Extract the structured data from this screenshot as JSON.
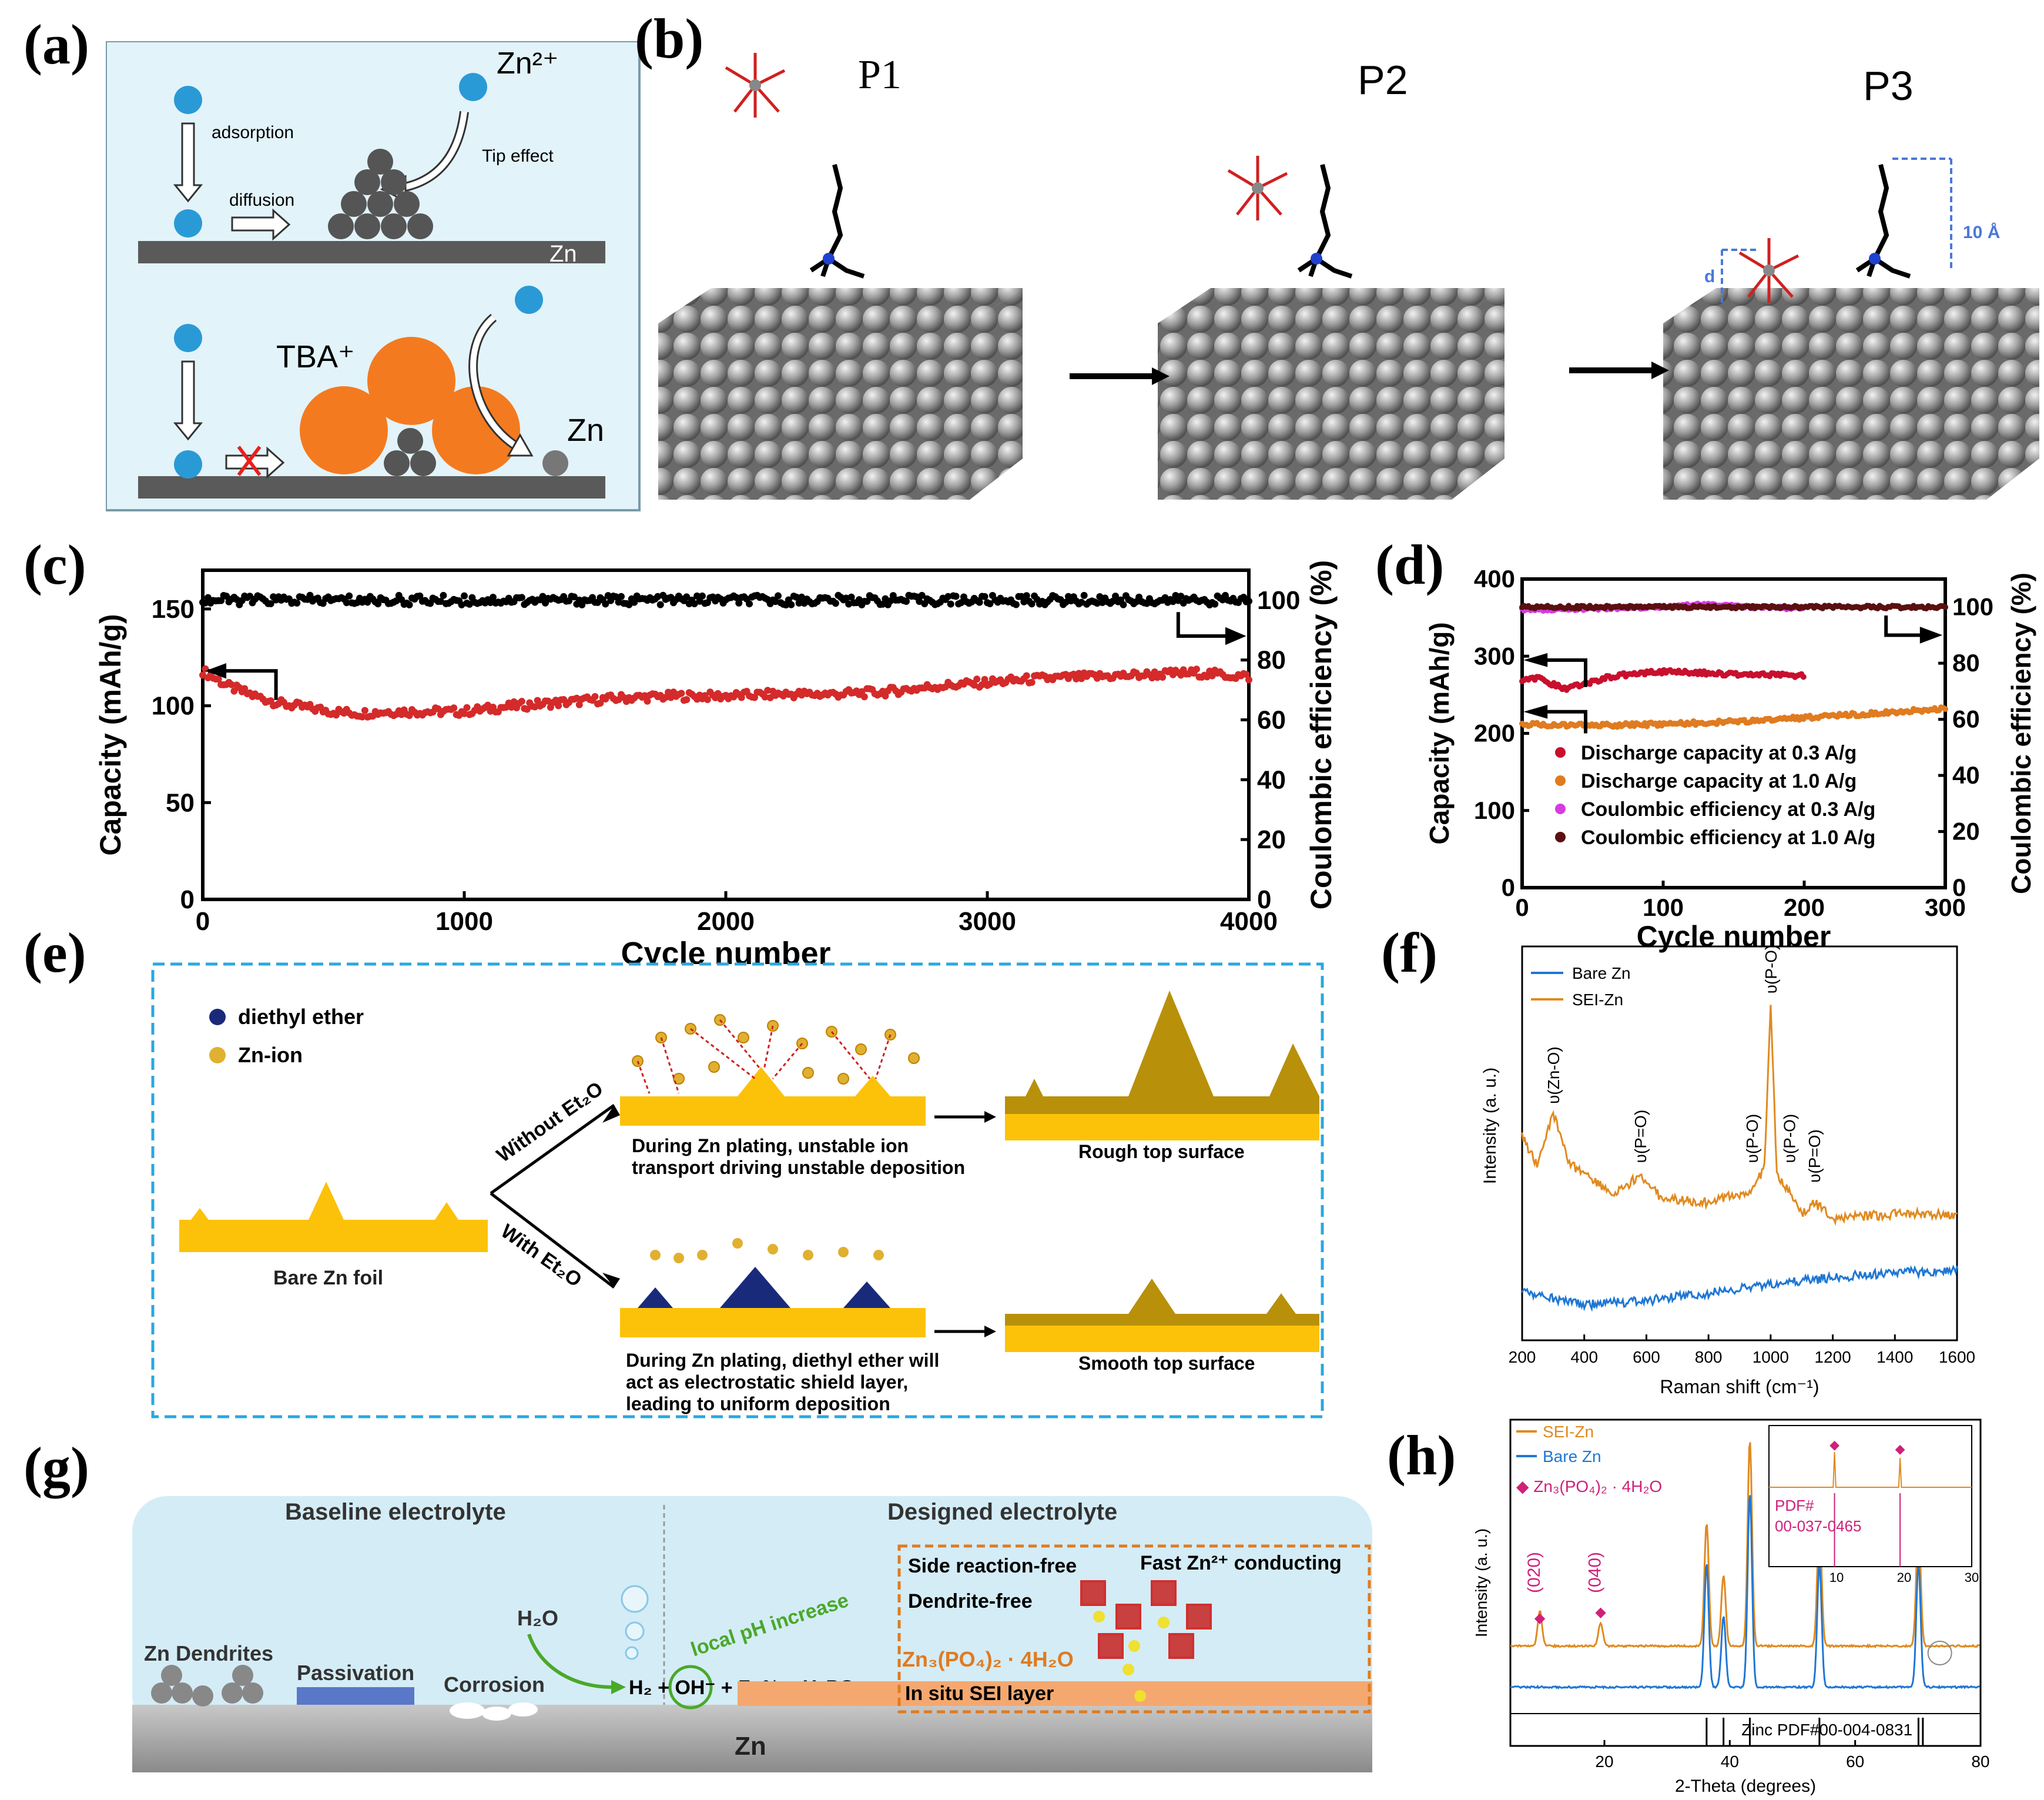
{
  "labels": {
    "a": "(a)",
    "b": "(b)",
    "c": "(c)",
    "d": "(d)",
    "e": "(e)",
    "f": "(f)",
    "g": "(g)",
    "h": "(h)"
  },
  "panel_a": {
    "zn2": "Zn²⁺",
    "adsorption": "adsorption",
    "diffusion": "diffusion",
    "tip_effect": "Tip effect",
    "zn_top": "Zn",
    "tba": "TBA⁺",
    "zn_bottom": "Zn",
    "colors": {
      "ion": "#2a9ad6",
      "tba": "#f47a20",
      "bg": "#dff2fa",
      "substrate": "#5a5a5a"
    }
  },
  "panel_b": {
    "p1": "P1",
    "p2": "P2",
    "p3": "P3",
    "dist": "10 Å",
    "d": "d"
  },
  "panel_c": {
    "chart_data": {
      "type": "scatter",
      "xlabel": "Cycle number",
      "ylabel_left": "Capacity (mAh/g)",
      "ylabel_right": "Coulombic efficiency (%)",
      "xlim": [
        0,
        4000
      ],
      "ylim_left": [
        0,
        170
      ],
      "ylim_right": [
        0,
        110
      ],
      "xticks": [
        0,
        1000,
        2000,
        3000,
        4000
      ],
      "yticks_left": [
        0,
        50,
        100,
        150
      ],
      "yticks_right": [
        0,
        20,
        40,
        60,
        80,
        100
      ],
      "series": [
        {
          "axis": "left",
          "color": "#d42a2a",
          "x": [
            0,
            100,
            200,
            300,
            400,
            500,
            600,
            700,
            800,
            900,
            1000,
            1200,
            1400,
            1600,
            1800,
            2000,
            2200,
            2400,
            2600,
            2800,
            3000,
            3200,
            3400,
            3600,
            3800,
            4000
          ],
          "values": [
            118,
            110,
            105,
            101,
            99,
            97,
            96,
            97,
            97,
            97,
            97,
            100,
            102,
            104,
            105,
            105,
            106,
            106,
            107,
            110,
            112,
            114,
            115,
            116,
            117,
            115
          ]
        },
        {
          "axis": "right",
          "color": "#000000",
          "x": [
            0,
            4000
          ],
          "values": [
            100,
            100
          ]
        }
      ]
    }
  },
  "panel_d": {
    "chart_data": {
      "type": "scatter",
      "xlabel": "Cycle number",
      "ylabel_left": "Capacity (mAh/g)",
      "ylabel_right": "Coulombic efficiency (%)",
      "xlim": [
        0,
        300
      ],
      "ylim_left": [
        0,
        400
      ],
      "ylim_right": [
        0,
        110
      ],
      "xticks": [
        0,
        100,
        200,
        300
      ],
      "yticks_left": [
        0,
        100,
        200,
        300,
        400
      ],
      "yticks_right": [
        0,
        20,
        40,
        60,
        80,
        100
      ],
      "series": [
        {
          "name": "Discharge capacity at 0.3 A/g",
          "axis": "left",
          "color": "#c8102e",
          "x": [
            0,
            10,
            20,
            30,
            40,
            60,
            80,
            100,
            120,
            140,
            160,
            180,
            200
          ],
          "values": [
            270,
            272,
            265,
            258,
            262,
            272,
            278,
            280,
            279,
            277,
            276,
            276,
            275
          ]
        },
        {
          "name": "Discharge capacity at 1.0 A/g",
          "axis": "left",
          "color": "#e07b20",
          "x": [
            0,
            50,
            100,
            150,
            200,
            250,
            300
          ],
          "values": [
            212,
            210,
            212,
            215,
            220,
            226,
            232
          ]
        },
        {
          "name": "Coulombic efficiency at 0.3 A/g",
          "axis": "right",
          "color": "#d63ce0",
          "x": [
            0,
            50,
            100,
            130,
            160,
            200
          ],
          "values": [
            99,
            99.5,
            100,
            101,
            100,
            99.5
          ]
        },
        {
          "name": "Coulombic efficiency at 1.0 A/g",
          "axis": "right",
          "color": "#5a1010",
          "x": [
            0,
            300
          ],
          "values": [
            100,
            100
          ]
        }
      ]
    }
  },
  "panel_e": {
    "legend_ether": "diethyl ether",
    "legend_zn": "Zn-ion",
    "bare": "Bare Zn foil",
    "without": "Without Et₂O",
    "with": "With Et₂O",
    "desc_top_1": "During Zn plating, unstable ion",
    "desc_top_2": "transport driving unstable deposition",
    "rough": "Rough top surface",
    "desc_bot_1": "During Zn plating, diethyl ether will",
    "desc_bot_2": "act as electrostatic shield layer,",
    "desc_bot_3": "leading to uniform deposition",
    "smooth": "Smooth top surface",
    "colors": {
      "zn": "#fcc20a",
      "rough": "#b8900a",
      "border": "#2aa8e0"
    }
  },
  "panel_f": {
    "chart_data": {
      "type": "line",
      "xlabel": "Raman shift (cm⁻¹)",
      "ylabel": "Intensity (a. u.)",
      "xlim": [
        200,
        1600
      ],
      "xticks": [
        200,
        400,
        600,
        800,
        1000,
        1200,
        1400,
        1600
      ],
      "series": [
        {
          "name": "Bare Zn",
          "color": "#1f77d4",
          "x": [
            200,
            400,
            600,
            800,
            1000,
            1200,
            1400,
            1600
          ],
          "values": [
            0.12,
            0.09,
            0.1,
            0.12,
            0.14,
            0.16,
            0.17,
            0.18
          ]
        },
        {
          "name": "SEI-Zn",
          "color": "#e08a20",
          "x": [
            200,
            250,
            300,
            350,
            400,
            500,
            580,
            650,
            800,
            940,
            980,
            1000,
            1020,
            1060,
            1100,
            1140,
            1200,
            1400,
            1600
          ],
          "values": [
            0.52,
            0.44,
            0.58,
            0.45,
            0.42,
            0.37,
            0.42,
            0.36,
            0.35,
            0.38,
            0.44,
            0.85,
            0.42,
            0.38,
            0.32,
            0.35,
            0.31,
            0.32,
            0.32
          ]
        }
      ],
      "peaks": [
        "υ(Zn-O)",
        "υ(P=O)",
        "υ(P-O)",
        "υ(P-O)",
        "υ(P-O)",
        "υ(P=O)"
      ]
    }
  },
  "panel_g": {
    "baseline": "Baseline electrolyte",
    "designed": "Designed electrolyte",
    "dendrites": "Zn Dendrites",
    "passivation": "Passivation",
    "corrosion": "Corrosion",
    "h2o": "H₂O",
    "reaction": "H₂ + OH⁻ + Zn²⁺ + H₂PO₄⁻",
    "ph": "local pH increase",
    "side": "Side reaction-free",
    "dendrite_free": "Dendrite-free",
    "fast": "Fast Zn²⁺ conducting",
    "product": "Zn₃(PO₄)₂ · 4H₂O",
    "sei": "In situ SEI layer",
    "zn": "Zn"
  },
  "panel_h": {
    "chart_data": {
      "type": "line",
      "xlabel": "2-Theta (degrees)",
      "ylabel": "Intensity (a. u.)",
      "xlim": [
        5,
        80
      ],
      "xticks": [
        20,
        40,
        60,
        80
      ],
      "series": [
        {
          "name": "SEI-Zn",
          "color": "#e08a20",
          "peaks": [
            9.7,
            19.4,
            36.3,
            39.0,
            43.2,
            54.3,
            70.1
          ]
        },
        {
          "name": "Bare Zn",
          "color": "#1f77d4",
          "peaks": [
            36.3,
            39.0,
            43.2,
            54.3,
            70.1
          ]
        }
      ],
      "legend_zp": "Zn₃(PO₄)₂ · 4H₂O",
      "hkl_020": "(020)",
      "hkl_040": "(040)",
      "ref": "Zinc PDF#00-004-0831",
      "inset_pdf": "PDF#",
      "inset_code": "00-037-0465",
      "inset_xticks": [
        10,
        20,
        30
      ]
    }
  }
}
